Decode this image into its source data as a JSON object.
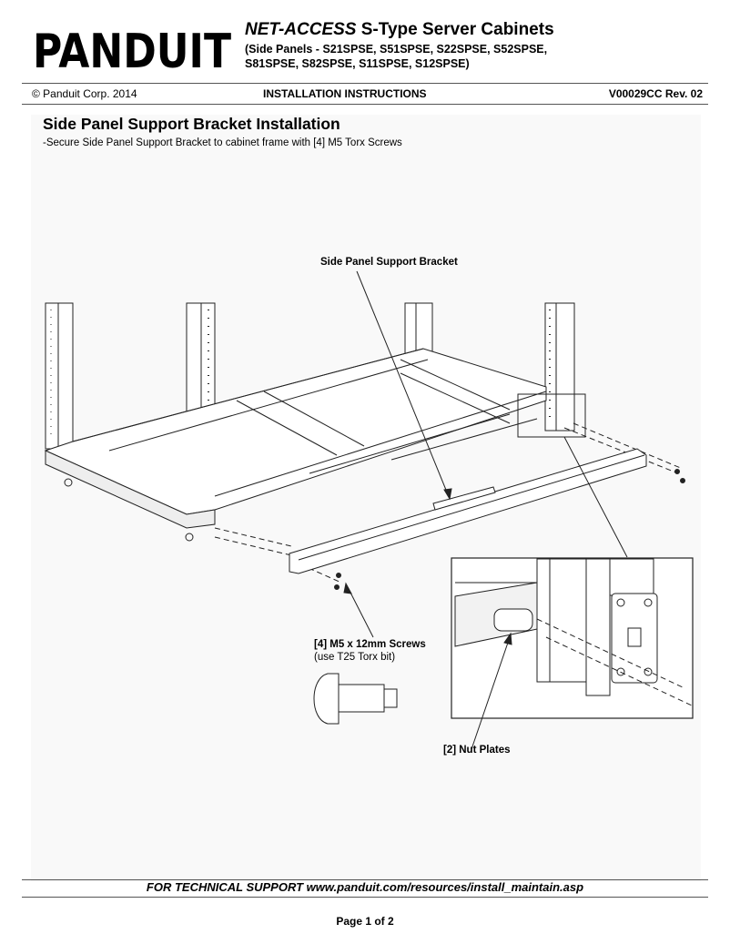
{
  "header": {
    "logo_text": "PANDUIT",
    "title_prefix_italic": "NET-ACCESS",
    "title_rest": "S-Type Server Cabinets",
    "subtitle_line1": "(Side Panels - S21SPSE, S51SPSE, S22SPSE, S52SPSE,",
    "subtitle_line2": "S81SPSE, S82SPSE, S11SPSE, S12SPSE)",
    "copyright": "© Panduit Corp. 2014",
    "doc_type": "INSTALLATION INSTRUCTIONS",
    "doc_number": "V00029CC Rev. 02"
  },
  "section": {
    "title": "Side Panel Support Bracket Installation",
    "description": "-Secure Side Panel Support Bracket to cabinet frame with [4] M5 Torx Screws"
  },
  "figure": {
    "label_bracket": "Side Panel Support Bracket",
    "label_screws": "[4] M5 x 12mm Screws",
    "label_screws_note": "(use T25 Torx bit)",
    "label_nut_plates": "[2] Nut Plates"
  },
  "footer": {
    "support": "FOR TECHNICAL SUPPORT www.panduit.com/resources/install_maintain.asp",
    "page": "Page 1 of 2"
  }
}
